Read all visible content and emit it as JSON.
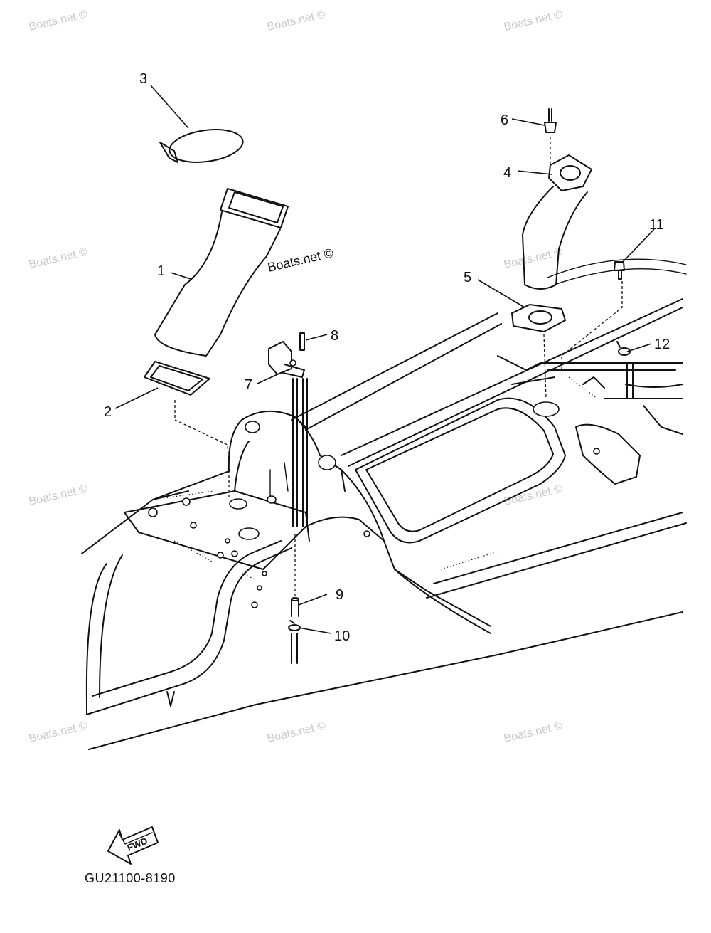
{
  "callouts": [
    "1",
    "2",
    "3",
    "4",
    "5",
    "6",
    "7",
    "8",
    "9",
    "10",
    "11",
    "12"
  ],
  "watermark": "Boats.net ©",
  "direction_label": "FWD",
  "diagram_code": "GU21100-8190"
}
